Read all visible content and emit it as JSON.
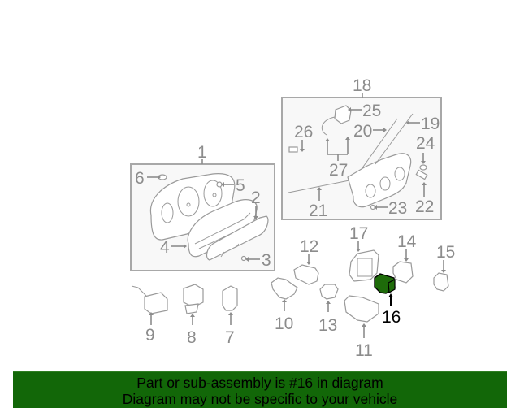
{
  "diagram": {
    "highlighted_part": "16",
    "highlight_color": "#1e6b0a",
    "assemblies": [
      {
        "id": "1",
        "label": "1",
        "sub_parts": [
          "2",
          "3",
          "4",
          "5",
          "6"
        ]
      },
      {
        "id": "18",
        "label": "18",
        "sub_parts": [
          "19",
          "20",
          "21",
          "22",
          "23",
          "24",
          "25",
          "26",
          "27"
        ]
      }
    ],
    "callouts": [
      {
        "id": "1",
        "label": "1"
      },
      {
        "id": "2",
        "label": "2"
      },
      {
        "id": "3",
        "label": "3"
      },
      {
        "id": "4",
        "label": "4"
      },
      {
        "id": "5",
        "label": "5"
      },
      {
        "id": "6",
        "label": "6"
      },
      {
        "id": "7",
        "label": "7"
      },
      {
        "id": "8",
        "label": "8"
      },
      {
        "id": "9",
        "label": "9"
      },
      {
        "id": "10",
        "label": "10"
      },
      {
        "id": "11",
        "label": "11"
      },
      {
        "id": "12",
        "label": "12"
      },
      {
        "id": "13",
        "label": "13"
      },
      {
        "id": "14",
        "label": "14"
      },
      {
        "id": "15",
        "label": "15"
      },
      {
        "id": "16",
        "label": "16"
      },
      {
        "id": "17",
        "label": "17"
      },
      {
        "id": "18",
        "label": "18"
      },
      {
        "id": "19",
        "label": "19"
      },
      {
        "id": "20",
        "label": "20"
      },
      {
        "id": "21",
        "label": "21"
      },
      {
        "id": "22",
        "label": "22"
      },
      {
        "id": "23",
        "label": "23"
      },
      {
        "id": "24",
        "label": "24"
      },
      {
        "id": "25",
        "label": "25"
      },
      {
        "id": "26",
        "label": "26"
      },
      {
        "id": "27",
        "label": "27"
      }
    ]
  },
  "banner": {
    "line1": "Part or sub-assembly is #16 in diagram",
    "line2": "Diagram may not be specific to your vehicle",
    "background": "#126708"
  }
}
